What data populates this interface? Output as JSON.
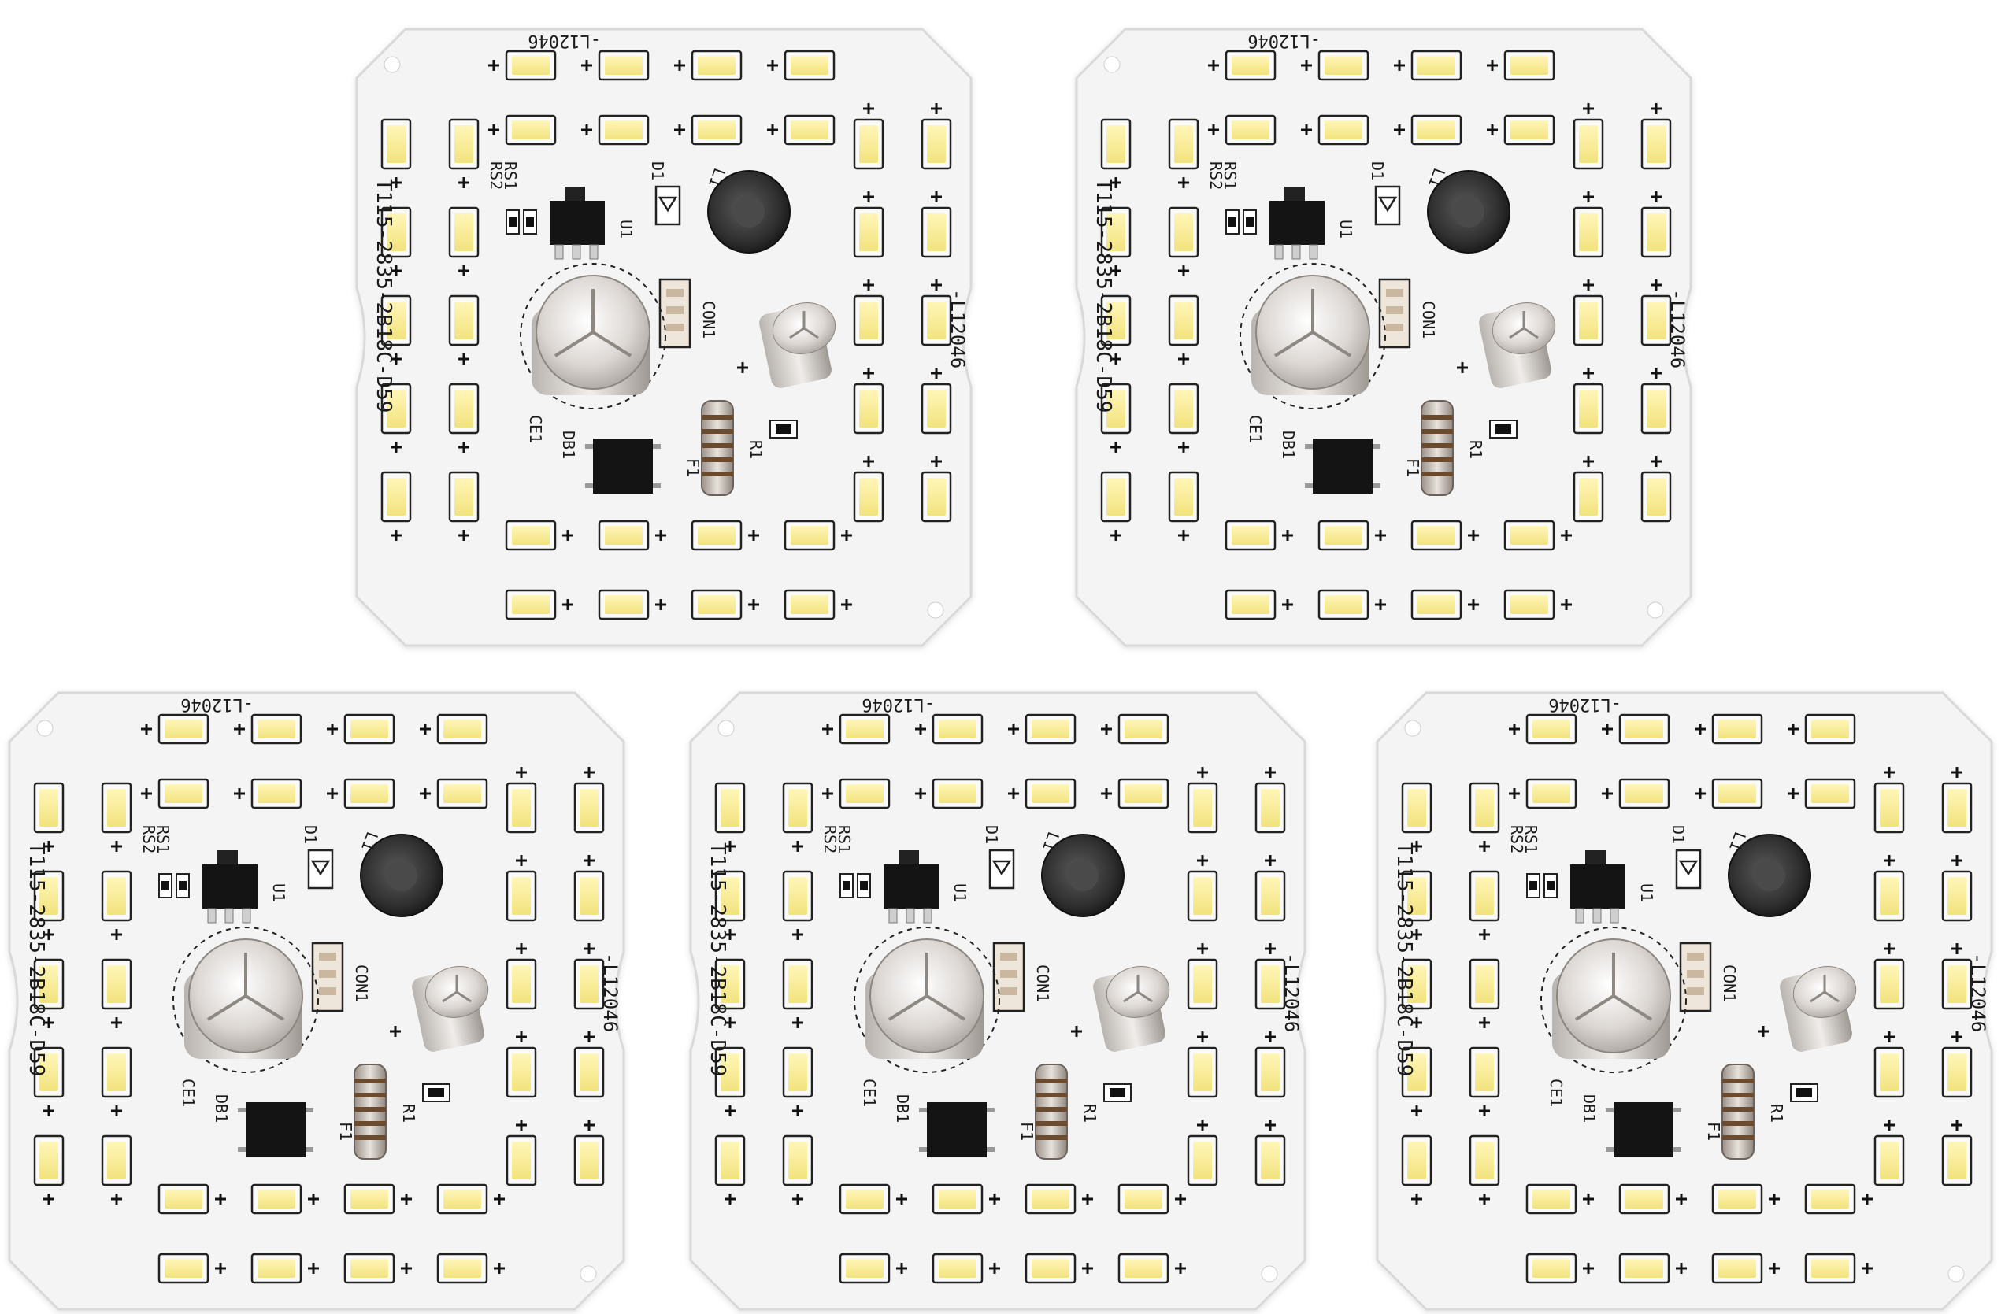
{
  "boards": [
    {
      "id": "top-left",
      "part_number": "T115-2835-2B18C-D59",
      "code_top": "-L12046",
      "code_side": "-L12046",
      "labels": {
        "u1": "U1",
        "d1": "D1",
        "l1": "L1",
        "rs1": "RS1",
        "rs2": "RS2",
        "con1": "CON1",
        "ce1": "CE1",
        "db1": "DB1",
        "r1": "R1",
        "f1": "F1"
      }
    },
    {
      "id": "top-right",
      "part_number": "T115-2835-2B18C-D59",
      "code_top": "-L12046",
      "code_side": "-L12046",
      "labels": {
        "u1": "U1",
        "d1": "D1",
        "l1": "L1",
        "rs1": "RS1",
        "rs2": "RS2",
        "con1": "CON1",
        "ce1": "CE1",
        "db1": "DB1",
        "r1": "R1",
        "f1": "F1"
      }
    },
    {
      "id": "bottom-left",
      "part_number": "T115-2835-2B18C-D59",
      "code_top": "-L12046",
      "code_side": "-L12046",
      "labels": {
        "u1": "U1",
        "d1": "D1",
        "l1": "L1",
        "rs1": "RS1",
        "rs2": "RS2",
        "con1": "CON1",
        "ce1": "CE1",
        "db1": "DB1",
        "r1": "R1",
        "f1": "F1"
      }
    },
    {
      "id": "bottom-center",
      "part_number": "T115-2835-2B18C-D59",
      "code_top": "-L12046",
      "code_side": "-L12046",
      "labels": {
        "u1": "U1",
        "d1": "D1",
        "l1": "L1",
        "rs1": "RS1",
        "rs2": "RS2",
        "con1": "CON1",
        "ce1": "CE1",
        "db1": "DB1",
        "r1": "R1",
        "f1": "F1"
      }
    },
    {
      "id": "bottom-right",
      "part_number": "T115-2835-2B18C-D59",
      "code_top": "-L12046",
      "code_side": "-L12046",
      "labels": {
        "u1": "U1",
        "d1": "D1",
        "l1": "L1",
        "rs1": "RS1",
        "rs2": "RS2",
        "con1": "CON1",
        "ce1": "CE1",
        "db1": "DB1",
        "r1": "R1",
        "f1": "F1"
      }
    }
  ],
  "colors": {
    "background": "#ffffff",
    "board": "#f4f4f4",
    "board_edge": "#d9d9d9",
    "led_body": "#fafafa",
    "led_chip": "#f6ec9a",
    "silkscreen": "#1a1a1a",
    "ic": "#141414",
    "capacitor": "#d8d4d0",
    "inductor": "#3a3a3a",
    "resistor_band": "#6b4a2e"
  }
}
